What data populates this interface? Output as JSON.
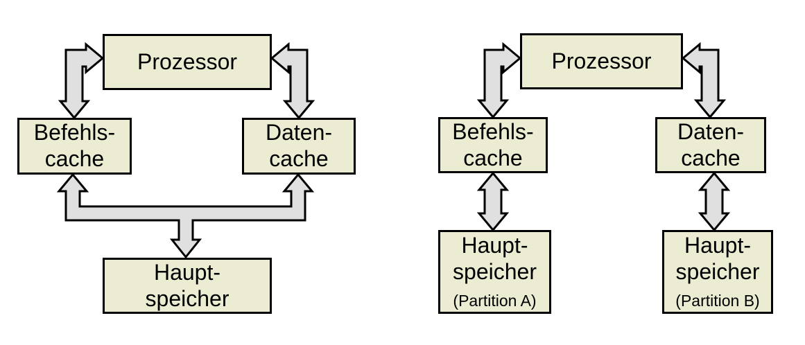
{
  "colors": {
    "background": "#ffffff",
    "box_fill": "#ececd2",
    "box_border": "#000000",
    "arrow_fill": "#e0e0e0",
    "arrow_border": "#000000",
    "text": "#000000"
  },
  "left_diagram": {
    "description": "processor with instruction and data cache sharing one main memory",
    "processor": "Prozessor",
    "instruction_cache": [
      "Befehls-",
      "cache"
    ],
    "data_cache": [
      "Daten-",
      "cache"
    ],
    "main_memory": [
      "Haupt-",
      "speicher"
    ]
  },
  "right_diagram": {
    "description": "processor with instruction and data cache, each with its own main memory partition",
    "processor": "Prozessor",
    "instruction_cache": [
      "Befehls-",
      "cache"
    ],
    "data_cache": [
      "Daten-",
      "cache"
    ],
    "main_memory_a": [
      "Haupt-",
      "speicher"
    ],
    "main_memory_a_sub": "(Partition A)",
    "main_memory_b": [
      "Haupt-",
      "speicher"
    ],
    "main_memory_b_sub": "(Partition B)"
  }
}
